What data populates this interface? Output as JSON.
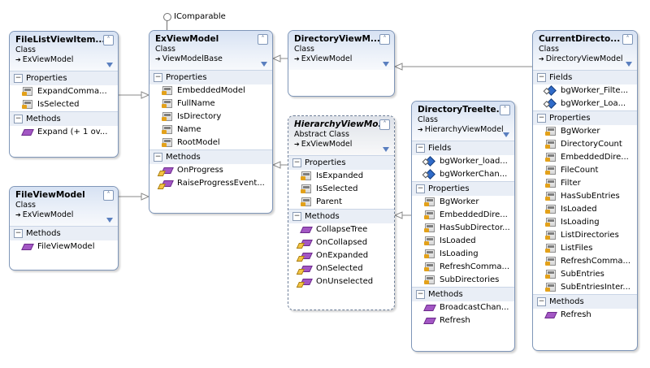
{
  "interface_label": "IComparable",
  "classes": {
    "filelistviewitem": {
      "title": "FileListViewItem...",
      "kind": "Class",
      "base": "ExViewModel",
      "sections": [
        {
          "label": "Properties",
          "items": [
            "ExpandComma...",
            "IsSelected"
          ]
        },
        {
          "label": "Methods",
          "items": [
            "Expand (+ 1 ov..."
          ]
        }
      ]
    },
    "fileviewmodel": {
      "title": "FileViewModel",
      "kind": "Class",
      "base": "ExViewModel",
      "sections": [
        {
          "label": "Methods",
          "items": [
            "FileViewModel"
          ]
        }
      ]
    },
    "exviewmodel": {
      "title": "ExViewModel",
      "kind": "Class",
      "base": "ViewModelBase",
      "sections": [
        {
          "label": "Properties",
          "items": [
            "EmbeddedModel",
            "FullName",
            "IsDirectory",
            "Name",
            "RootModel"
          ]
        },
        {
          "label": "Methods",
          "items": [
            "OnProgress",
            "RaiseProgressEvent..."
          ]
        }
      ]
    },
    "directoryviewmodel": {
      "title": "DirectoryViewM...",
      "kind": "Class",
      "base": "ExViewModel",
      "sections": []
    },
    "hierarchyviewmodel": {
      "title": "HierarchyViewMo...",
      "kind": "Abstract Class",
      "base": "ExViewModel",
      "sections": [
        {
          "label": "Properties",
          "items": [
            "IsExpanded",
            "IsSelected",
            "Parent"
          ]
        },
        {
          "label": "Methods",
          "items": [
            "CollapseTree",
            "OnCollapsed",
            "OnExpanded",
            "OnSelected",
            "OnUnselected"
          ]
        }
      ]
    },
    "directorytreeitem": {
      "title": "DirectoryTreeIte...",
      "kind": "Class",
      "base": "HierarchyViewModel",
      "sections": [
        {
          "label": "Fields",
          "items": [
            "bgWorker_load...",
            "bgWorkerChan..."
          ]
        },
        {
          "label": "Properties",
          "items": [
            "BgWorker",
            "EmbeddedDire...",
            "HasSubDirector...",
            "IsLoaded",
            "IsLoading",
            "RefreshComma...",
            "SubDirectories"
          ]
        },
        {
          "label": "Methods",
          "items": [
            "BroadcastChan...",
            "Refresh"
          ]
        }
      ]
    },
    "currentdirectory": {
      "title": "CurrentDirecto...",
      "kind": "Class",
      "base": "DirectoryViewModel",
      "sections": [
        {
          "label": "Fields",
          "items": [
            "bgWorker_Filte...",
            "bgWorker_Loa..."
          ]
        },
        {
          "label": "Properties",
          "items": [
            "BgWorker",
            "DirectoryCount",
            "EmbeddedDire...",
            "FileCount",
            "Filter",
            "HasSubEntries",
            "IsLoaded",
            "IsLoading",
            "ListDirectories",
            "ListFiles",
            "RefreshComma...",
            "SubEntries",
            "SubEntriesInter..."
          ]
        },
        {
          "label": "Methods",
          "items": [
            "Refresh"
          ]
        }
      ]
    }
  },
  "icons": {
    "collapse": "double-chevron-up-icon",
    "filter": "filter-icon",
    "section_toggle": "minus-icon",
    "property": "property-icon",
    "method": "method-icon",
    "field": "field-icon"
  }
}
